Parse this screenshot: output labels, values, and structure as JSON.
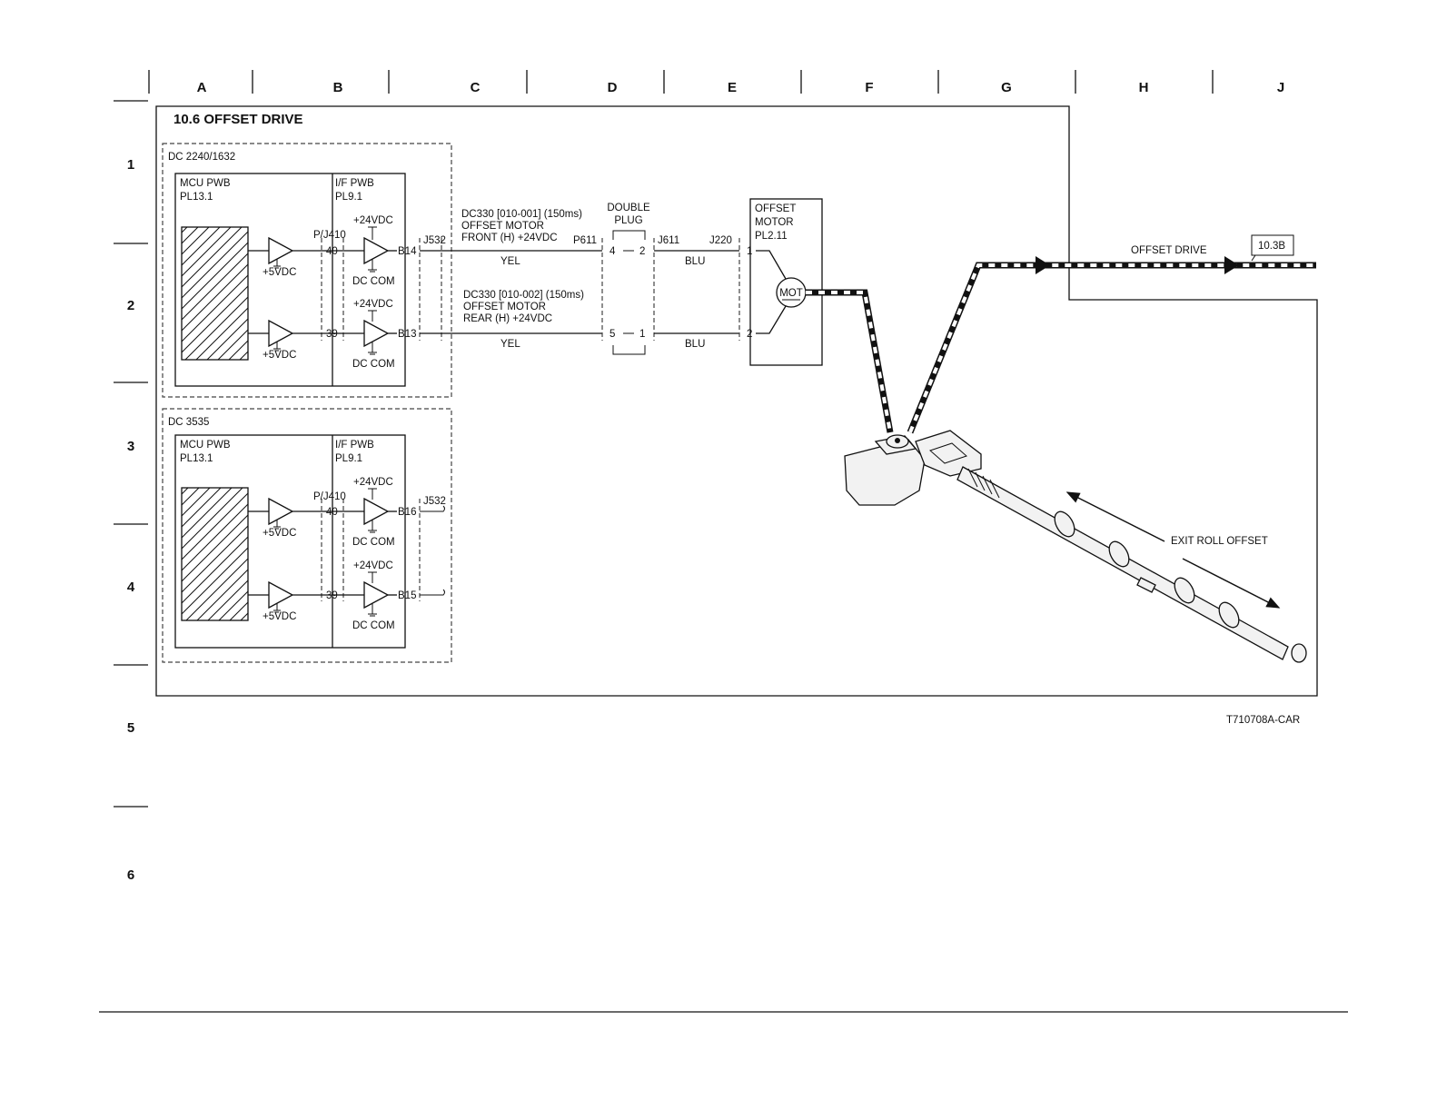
{
  "grid": {
    "columns": [
      "A",
      "B",
      "C",
      "D",
      "E",
      "F",
      "G",
      "H",
      "J"
    ],
    "rows": [
      "1",
      "2",
      "3",
      "4",
      "5",
      "6"
    ]
  },
  "title": "10.6 OFFSET DRIVE",
  "block_top": {
    "label": "DC 2240/1632",
    "mcu": {
      "name": "MCU PWB",
      "pl": "PL13.1"
    },
    "if": {
      "name": "I/F PWB",
      "pl": "PL9.1"
    },
    "connector": "P/J410",
    "pin_a": "40",
    "pin_b": "39",
    "plus24_a": "+24VDC",
    "plus24_b": "+24VDC",
    "dccom_a": "DC COM",
    "dccom_b": "DC COM",
    "plus5_a": "+5VDC",
    "plus5_b": "+5VDC",
    "out_a": "B14",
    "out_b": "B13",
    "jack": "J532"
  },
  "block_bottom": {
    "label": "DC 3535",
    "mcu": {
      "name": "MCU PWB",
      "pl": "PL13.1"
    },
    "if": {
      "name": "I/F PWB",
      "pl": "PL9.1"
    },
    "connector": "P/J410",
    "pin_a": "40",
    "pin_b": "39",
    "plus24_a": "+24VDC",
    "plus24_b": "+24VDC",
    "dccom_a": "DC COM",
    "dccom_b": "DC COM",
    "plus5_a": "+5VDC",
    "plus5_b": "+5VDC",
    "out_a": "B16",
    "out_b": "B15",
    "jack": "J532"
  },
  "signal_front": [
    "DC330 [010-001] (150ms)",
    "OFFSET MOTOR",
    "FRONT (H) +24VDC"
  ],
  "signal_rear": [
    "DC330 [010-002] (150ms)",
    "OFFSET MOTOR",
    "REAR (H) +24VDC"
  ],
  "wire_color_left": "YEL",
  "wire_color_right": "BLU",
  "double_plug": {
    "line1": "DOUBLE",
    "line2": "PLUG",
    "left_pin_a": "4",
    "right_pin_a": "2",
    "left_pin_b": "5",
    "right_pin_b": "1"
  },
  "p611": "P611",
  "j611": "J611",
  "j220": "J220",
  "motor": {
    "line1": "OFFSET",
    "line2": "MOTOR",
    "pl": "PL2.11",
    "symbol": "MOT",
    "pin1": "1",
    "pin2": "2"
  },
  "offset_drive_label": "OFFSET DRIVE",
  "ref_box": "10.3B",
  "exit_roll_label": "EXIT ROLL OFFSET",
  "figure_id": "T710708A-CAR"
}
